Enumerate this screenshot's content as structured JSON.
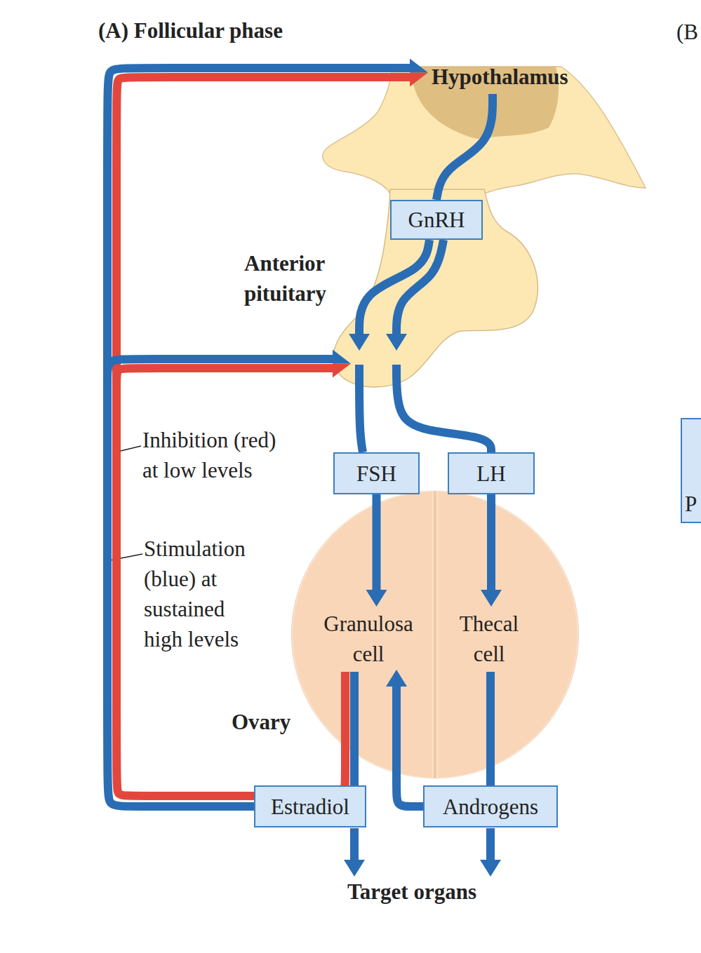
{
  "diagram": {
    "title": "(A) Follicular phase",
    "nodes": [
      {
        "text": [
          "Hypothalamus"
        ]
      },
      {
        "text": [
          "GnRH"
        ]
      },
      {
        "text": [
          "Anterior pituitary"
        ]
      },
      {
        "text": [
          "FSH"
        ]
      },
      {
        "text": [
          "LH"
        ]
      },
      {
        "text": [
          "Ovary"
        ]
      },
      {
        "text": [
          "Granulosa cell"
        ],
        "in": 5
      },
      {
        "text": [
          "Thecal cell"
        ],
        "in": 5
      },
      {
        "text": [
          "Estradiol"
        ]
      },
      {
        "text": [
          "Androgens"
        ]
      }
    ],
    "edges": [
      {
        "from": 0,
        "to": 1,
        "arrow": "none"
      },
      {
        "from": 1,
        "to": 2,
        "arrow": "to"
      },
      {
        "from": 2,
        "to": 3,
        "arrow": "none"
      },
      {
        "from": 2,
        "to": 4,
        "arrow": "none"
      },
      {
        "from": 3,
        "to": 6,
        "arrow": "to"
      },
      {
        "from": 4,
        "to": 7,
        "arrow": "to"
      },
      {
        "from": 6,
        "to": 8,
        "arrow": "none"
      },
      {
        "from": 7,
        "to": 9,
        "arrow": "none"
      },
      {
        "from": 9,
        "to": 6,
        "arrow": "to"
      },
      {
        "from": 8,
        "to": 0,
        "arrow": "to"
      },
      {
        "from": 8,
        "to": 2,
        "arrow": "to"
      }
    ],
    "labels": [
      "(B",
      "Inhibition (red) at low levels",
      "Stimulation (blue) at sustained high levels",
      "P",
      "Target organs"
    ]
  }
}
